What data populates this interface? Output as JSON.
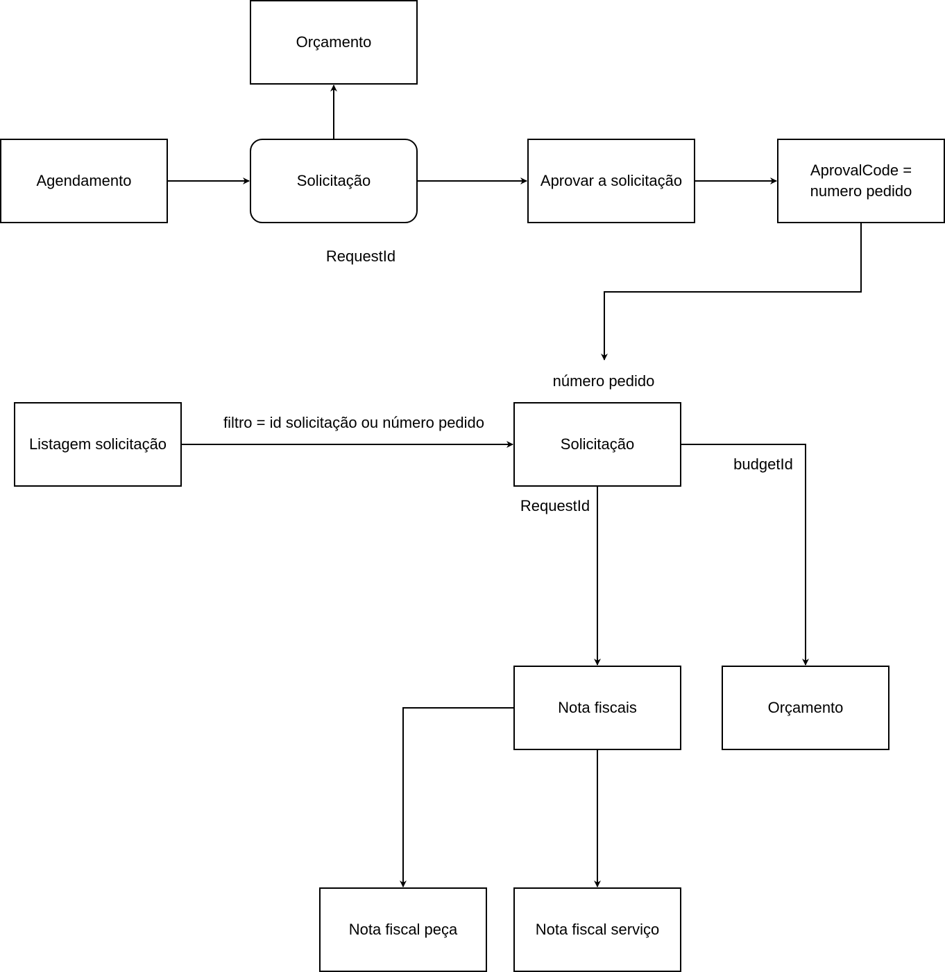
{
  "nodes": {
    "orcamento_top": "Orçamento",
    "agendamento": "Agendamento",
    "solicitacao_top": "Solicitação",
    "aprovar": "Aprovar a solicitação",
    "aproval_code": "AprovalCode =\nnumero pedido",
    "listagem": "Listagem solicitação",
    "solicitacao_bottom": "Solicitação",
    "nota_fiscais": "Nota fiscais",
    "orcamento_bottom": "Orçamento",
    "nota_peca": "Nota fiscal peça",
    "nota_servico": "Nota fiscal serviço"
  },
  "labels": {
    "request_id_top": "RequestId",
    "numero_pedido": "número pedido",
    "filtro": "filtro = id solicitação ou número pedido",
    "budget_id": "budgetId",
    "request_id_bottom": "RequestId"
  }
}
